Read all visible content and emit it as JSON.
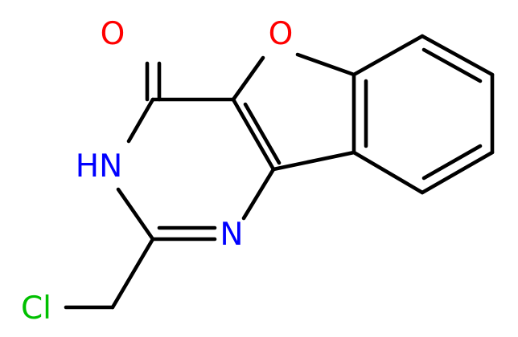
{
  "molecule": {
    "atoms": [
      {
        "label": "O",
        "color": "#ff0000"
      },
      {
        "label": "O",
        "color": "#ff0000"
      },
      {
        "label": "HN",
        "color": "#0000ff"
      },
      {
        "label": "N",
        "color": "#0000ff"
      },
      {
        "label": "Cl",
        "color": "#00c000"
      }
    ]
  }
}
